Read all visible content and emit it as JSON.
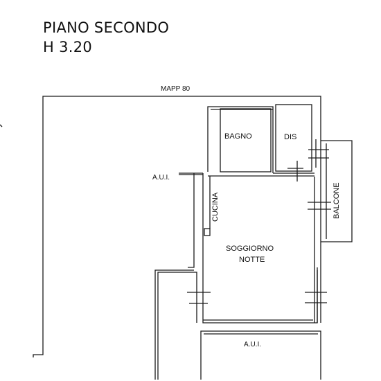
{
  "header": {
    "title": "PIANO SECONDO",
    "height_label": "H  3.20"
  },
  "labels": {
    "mapp": "MAPP 80",
    "aui_left": "A.U.I.",
    "aui_bottom": "A.U.I.",
    "bagno": "BAGNO",
    "dis": "DIS",
    "balcone": "BALCONE",
    "cucina": "CUCINA",
    "soggiorno": "SOGGIORNO",
    "notte": "NOTTE"
  },
  "colors": {
    "line": "#1a1a1a",
    "background": "#ffffff"
  }
}
